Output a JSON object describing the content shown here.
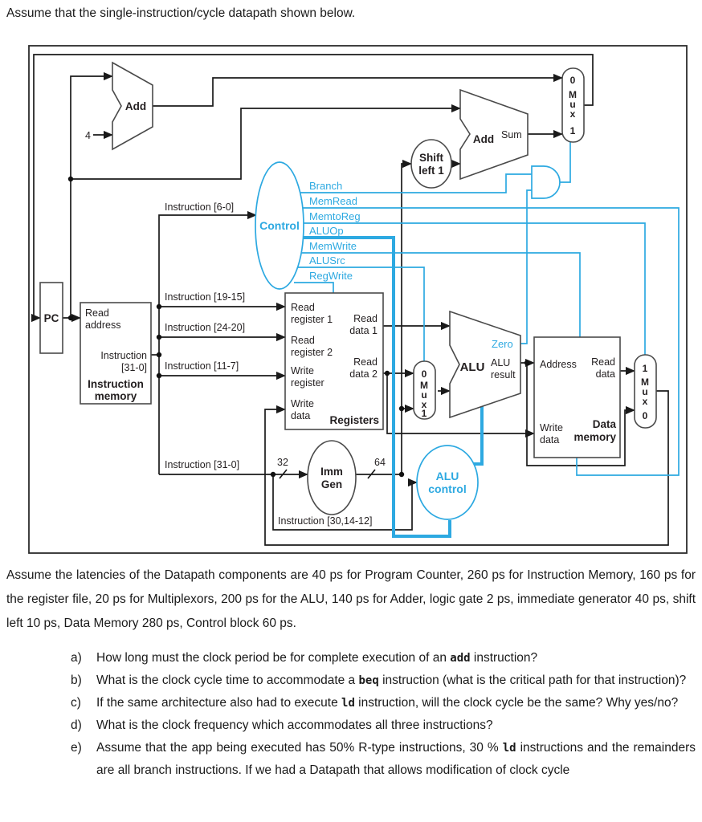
{
  "intro": "Assume that the single-instruction/cycle datapath shown below.",
  "colors": {
    "accent_blue": "#2da9e1",
    "wire_black": "#1a1a1a"
  },
  "diagram": {
    "pc_label": "PC",
    "increment": "4",
    "adder1": "Add",
    "adder2": "Add",
    "adder2_sum": "Sum",
    "shift": {
      "l1": "Shift",
      "l2": "left 1"
    },
    "imem": {
      "read1": "Read",
      "read2": "address",
      "out1": "Instruction",
      "out2": "[31-0]",
      "name1": "Instruction",
      "name2": "memory"
    },
    "control": {
      "name": "Control",
      "signals": [
        "Branch",
        "MemRead",
        "MemtoReg",
        "ALUOp",
        "MemWrite",
        "ALUSrc",
        "RegWrite"
      ]
    },
    "buses": {
      "i60": "Instruction [6-0]",
      "i1915": "Instruction [19-15]",
      "i2420": "Instruction [24-20]",
      "i117": "Instruction [11-7]",
      "i310": "Instruction [31-0]",
      "i301412": "Instruction [30,14-12]",
      "w32": "32",
      "w64": "64"
    },
    "registers": {
      "rr1a": "Read",
      "rr1b": "register 1",
      "rr2a": "Read",
      "rr2b": "register 2",
      "wra": "Write",
      "wrb": "register",
      "wda": "Write",
      "wdb": "data",
      "rd1a": "Read",
      "rd1b": "data 1",
      "rd2a": "Read",
      "rd2b": "data 2",
      "name": "Registers"
    },
    "mux": {
      "m": "M",
      "u": "u",
      "x": "x",
      "zero": "0",
      "one": "1"
    },
    "alu": {
      "name": "ALU",
      "zero": "Zero",
      "resa": "ALU",
      "resb": "result"
    },
    "immgen": {
      "l1": "Imm",
      "l2": "Gen"
    },
    "alucontrol": {
      "l1": "ALU",
      "l2": "control"
    },
    "dmem": {
      "address": "Address",
      "rda": "Read",
      "rdb": "data",
      "wda": "Write",
      "wdb": "data",
      "name1": "Data",
      "name2": "memory"
    }
  },
  "latency_paragraph": "Assume the latencies of the Datapath components are 40 ps for Program Counter, 260 ps for Instruction Memory, 160 ps for the register file, 20 ps for Multiplexors, 200 ps for the ALU, 140 ps for Adder, logic gate 2 ps, immediate generator 40 ps, shift left 10 ps, Data Memory 280 ps, Control block 60 ps.",
  "questions": [
    {
      "marker": "a)",
      "pre": "How long must the clock period be for complete execution of an ",
      "code": "add",
      "post": " instruction?"
    },
    {
      "marker": "b)",
      "pre": "What is the clock cycle time to accommodate a ",
      "code": "beq",
      "post": " instruction (what is the critical path for that instruction)?"
    },
    {
      "marker": "c)",
      "pre": "If the same architecture also had to execute ",
      "code": "ld",
      "post": " instruction, will the clock cycle be the same? Why yes/no?"
    },
    {
      "marker": "d)",
      "pre": "What is the clock frequency which accommodates all three instructions?",
      "code": "",
      "post": ""
    },
    {
      "marker": "e)",
      "pre": "Assume that the app being executed has 50% R-type instructions, 30 % ",
      "code": "ld",
      "post": " instructions and the remainders are all branch instructions. If we had a Datapath that allows modification of clock cycle"
    }
  ]
}
